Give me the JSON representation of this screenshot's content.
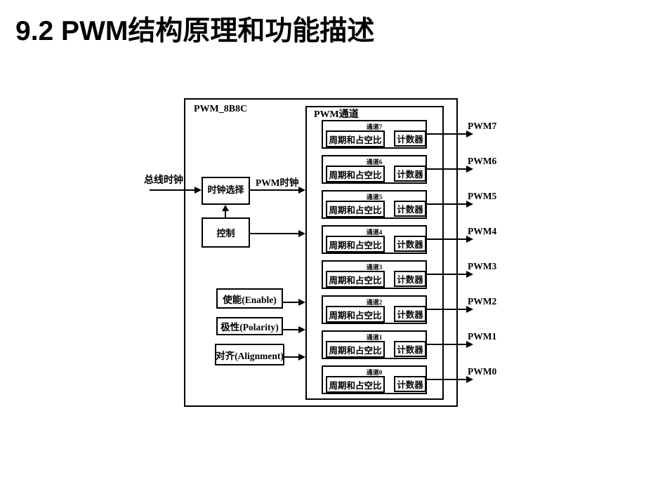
{
  "title": "9.2  PWM结构原理和功能描述",
  "colors": {
    "line": "#000000",
    "background": "#ffffff",
    "text": "#000000"
  },
  "diagram": {
    "outer_label": "PWM_8B8C",
    "inner_label": "PWM通道",
    "bus_clock_label": "总线时钟",
    "clock_select_label": "时钟选择",
    "pwm_clock_label": "PWM时钟",
    "control_label": "控制",
    "enable_label": "使能(Enable)",
    "polarity_label": "极性(Polarity)",
    "alignment_label": "对齐(Alignment)",
    "channels": [
      {
        "label": "通道7",
        "period_duty": "周期和占空比",
        "counter": "计数器",
        "output": "PWM7"
      },
      {
        "label": "通道6",
        "period_duty": "周期和占空比",
        "counter": "计数器",
        "output": "PWM6"
      },
      {
        "label": "通道5",
        "period_duty": "周期和占空比",
        "counter": "计数器",
        "output": "PWM5"
      },
      {
        "label": "通道4",
        "period_duty": "周期和占空比",
        "counter": "计数器",
        "output": "PWM4"
      },
      {
        "label": "通道3",
        "period_duty": "周期和占空比",
        "counter": "计数器",
        "output": "PWM3"
      },
      {
        "label": "通道2",
        "period_duty": "周期和占空比",
        "counter": "计数器",
        "output": "PWM2"
      },
      {
        "label": "通道1",
        "period_duty": "周期和占空比",
        "counter": "计数器",
        "output": "PWM1"
      },
      {
        "label": "通道0",
        "period_duty": "周期和占空比",
        "counter": "计数器",
        "output": "PWM0"
      }
    ]
  }
}
